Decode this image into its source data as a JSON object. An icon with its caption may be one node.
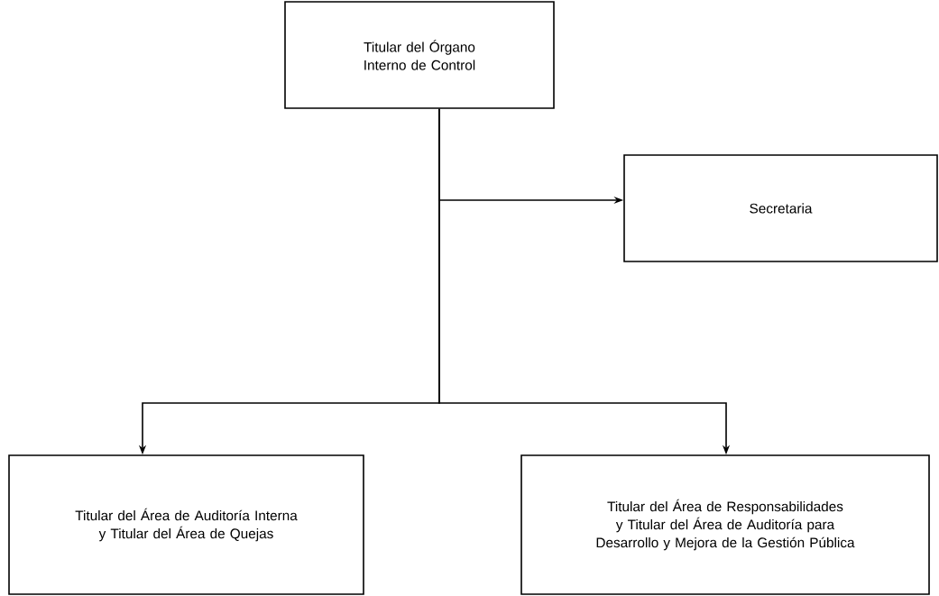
{
  "diagram": {
    "nodes": [
      {
        "text": [
          "Titular del Órgano Interno de Control"
        ]
      },
      {
        "text": [
          "Secretaria"
        ]
      },
      {
        "text": [
          "Titular del Área de Auditoría Interna y Titular del Área de Quejas"
        ]
      },
      {
        "text": [
          "Titular del Área de Responsabilidades y Titular del Área de Auditoría para Desarrollo y Mejora de la Gestión Pública"
        ]
      }
    ],
    "edges": [
      {
        "from": 0,
        "to": 1,
        "arrow": "to"
      },
      {
        "from": 0,
        "to": 2,
        "arrow": "to"
      },
      {
        "from": 0,
        "to": 3,
        "arrow": "to"
      }
    ]
  }
}
